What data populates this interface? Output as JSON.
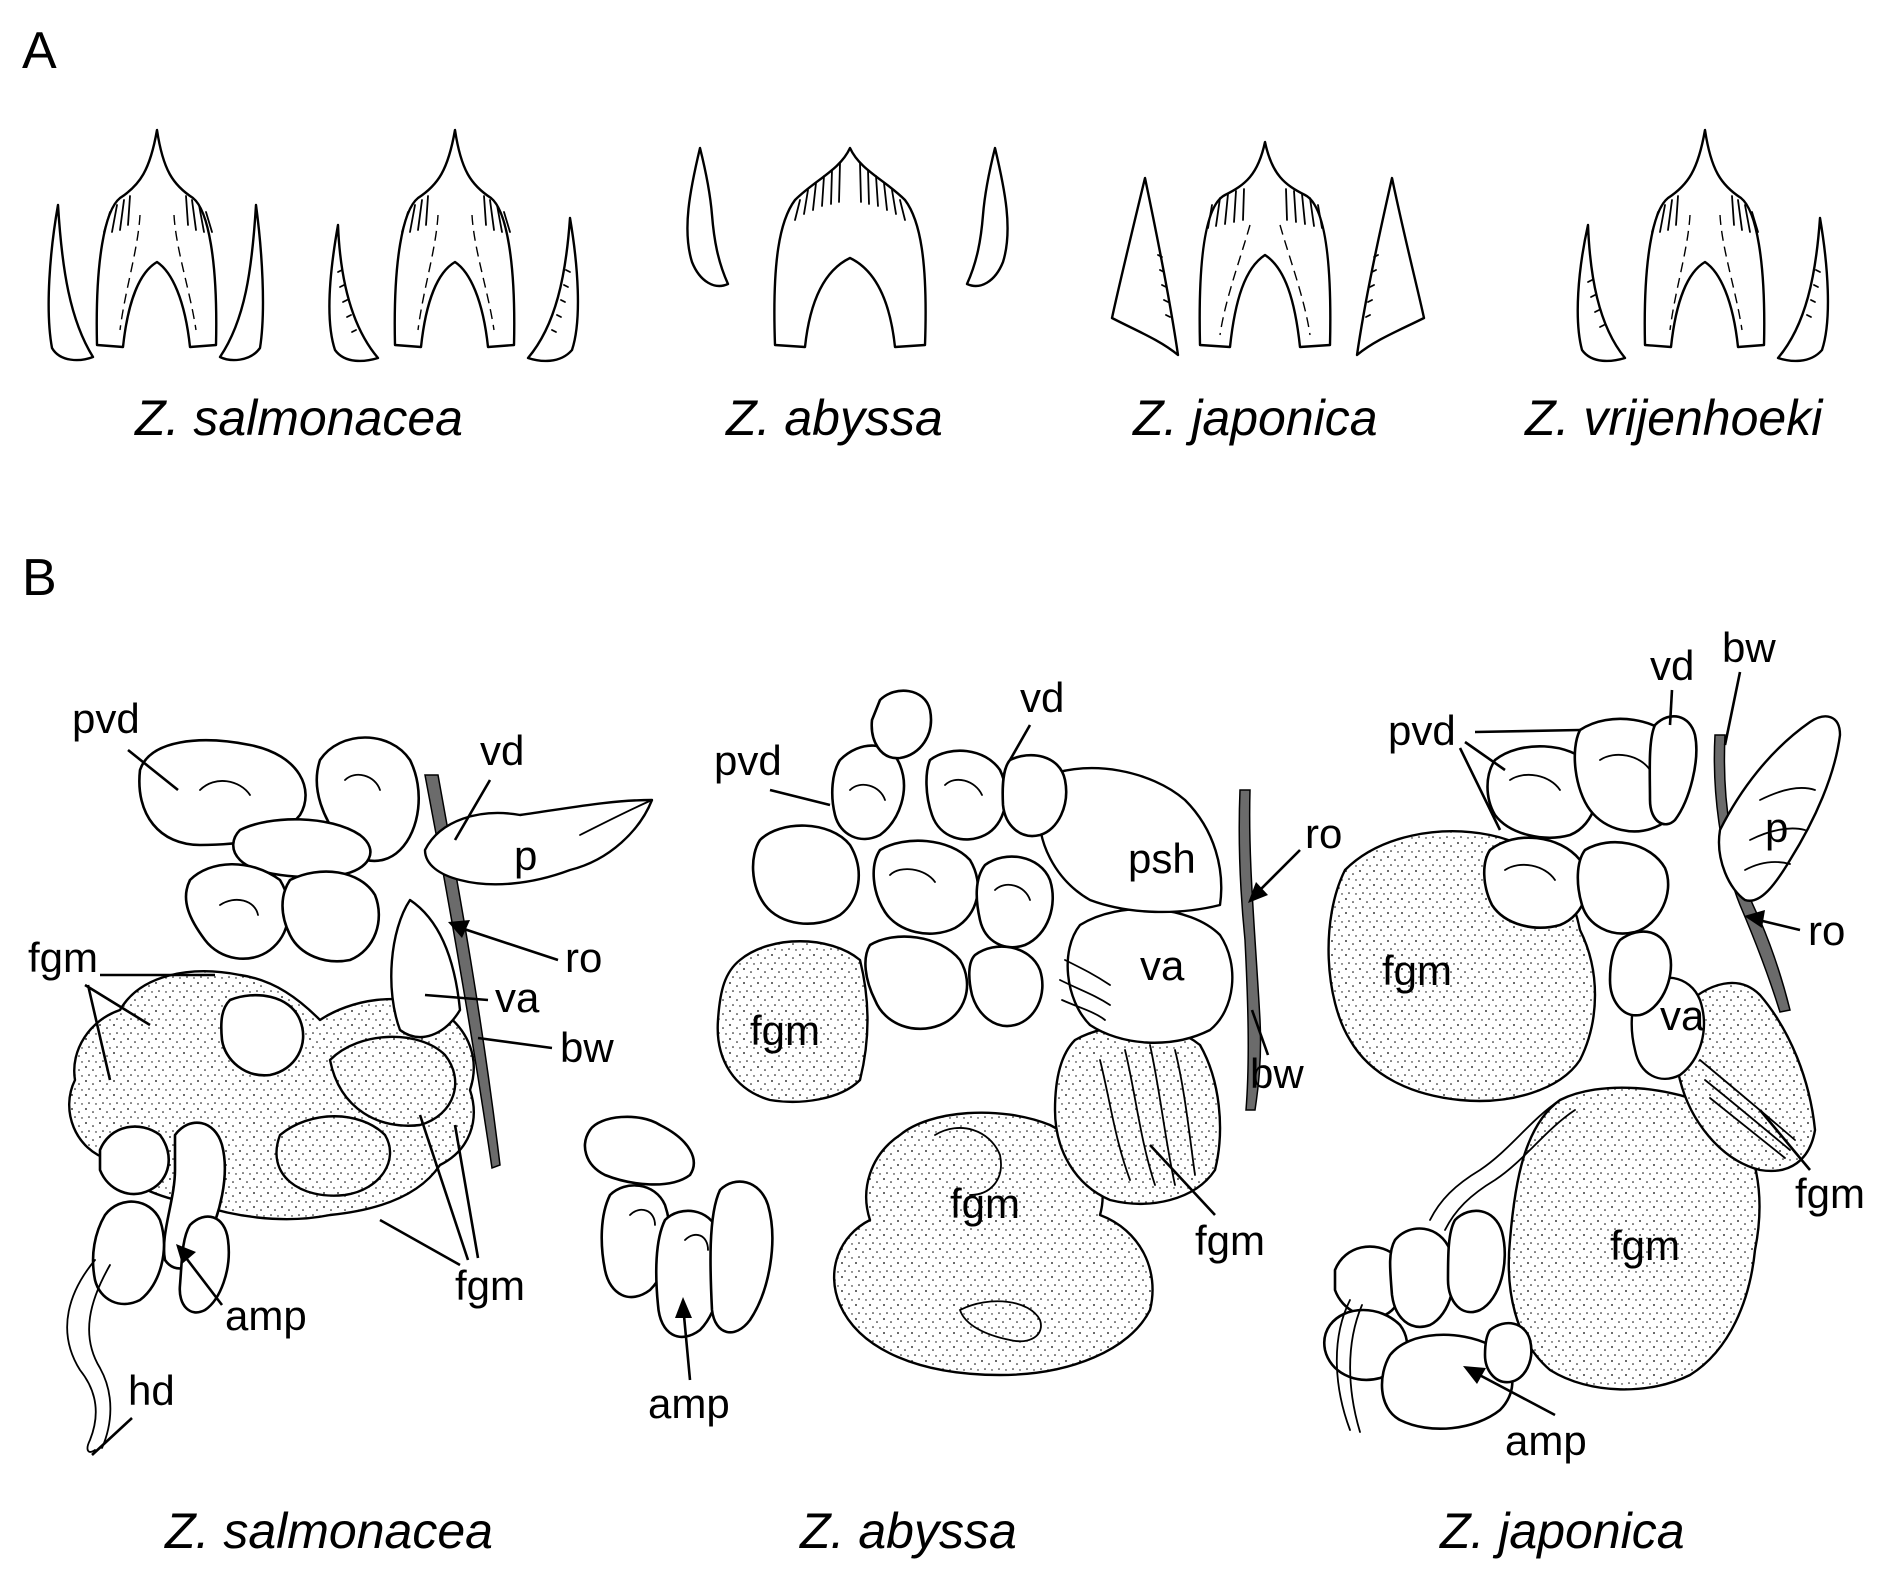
{
  "panels": {
    "a": {
      "letter": "A",
      "species": [
        "Z. salmonacea",
        "Z. abyssa",
        "Z. japonica",
        "Z. vrijenhoeki"
      ]
    },
    "b": {
      "letter": "B",
      "species": [
        "Z. salmonacea",
        "Z. abyssa",
        "Z. japonica"
      ],
      "salmonacea_labels": {
        "pvd": "pvd",
        "vd": "vd",
        "p": "p",
        "ro": "ro",
        "va": "va",
        "bw": "bw",
        "fgm_top": "fgm",
        "fgm_bottom": "fgm",
        "amp": "amp",
        "hd": "hd"
      },
      "abyssa_labels": {
        "vd": "vd",
        "pvd": "pvd",
        "psh": "psh",
        "ro": "ro",
        "va": "va",
        "bw": "bw",
        "fgm_left": "fgm",
        "fgm_center": "fgm",
        "fgm_right": "fgm",
        "amp": "amp"
      },
      "japonica_labels": {
        "vd": "vd",
        "bw": "bw",
        "pvd": "pvd",
        "p": "p",
        "ro": "ro",
        "va": "va",
        "fgm_left": "fgm",
        "fgm_center": "fgm",
        "fgm_right": "fgm",
        "amp": "amp"
      }
    }
  },
  "colors": {
    "ink": "#000000",
    "body_wall": "#6b6b6b",
    "background": "#ffffff"
  }
}
